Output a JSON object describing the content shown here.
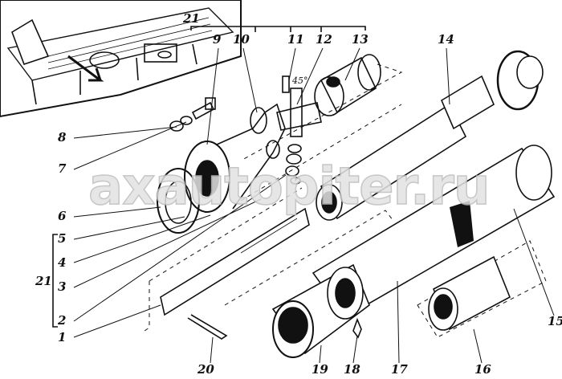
{
  "watermark": "axautopiter.ru",
  "angle_note": "45°",
  "labels": {
    "l1": "1",
    "l2": "2",
    "l3": "3",
    "l4": "4",
    "l5": "5",
    "l6": "6",
    "l7": "7",
    "l8": "8",
    "l9": "9",
    "l10": "10",
    "l11": "11",
    "l12": "12",
    "l13": "13",
    "l14": "14",
    "l15": "15",
    "l16": "16",
    "l17": "17",
    "l18": "18",
    "l19": "19",
    "l20": "20",
    "l21_top": "21",
    "l21_left": "21"
  }
}
